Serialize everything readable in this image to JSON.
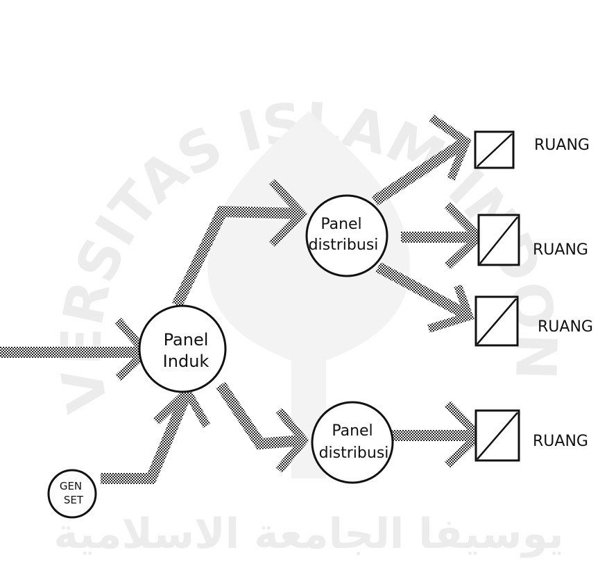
{
  "watermark": {
    "arc_text": "UNIVERSITAS ISLAM INDONESIA",
    "bottom_text": "يوسيفا الجامعة الاسلامية",
    "color": "#ececec"
  },
  "nodes": {
    "panel_induk": "Panel Induk",
    "panel_distribusi_top": "Panel distribusi",
    "panel_distribusi_bottom": "Panel distribusi",
    "genset": "GEN SET"
  },
  "rooms": [
    "RUANG",
    "RUANG",
    "RUANG",
    "RUANG"
  ],
  "colors": {
    "ink": "#111111",
    "arrow": "#8c8c8c",
    "background": "#ffffff"
  }
}
